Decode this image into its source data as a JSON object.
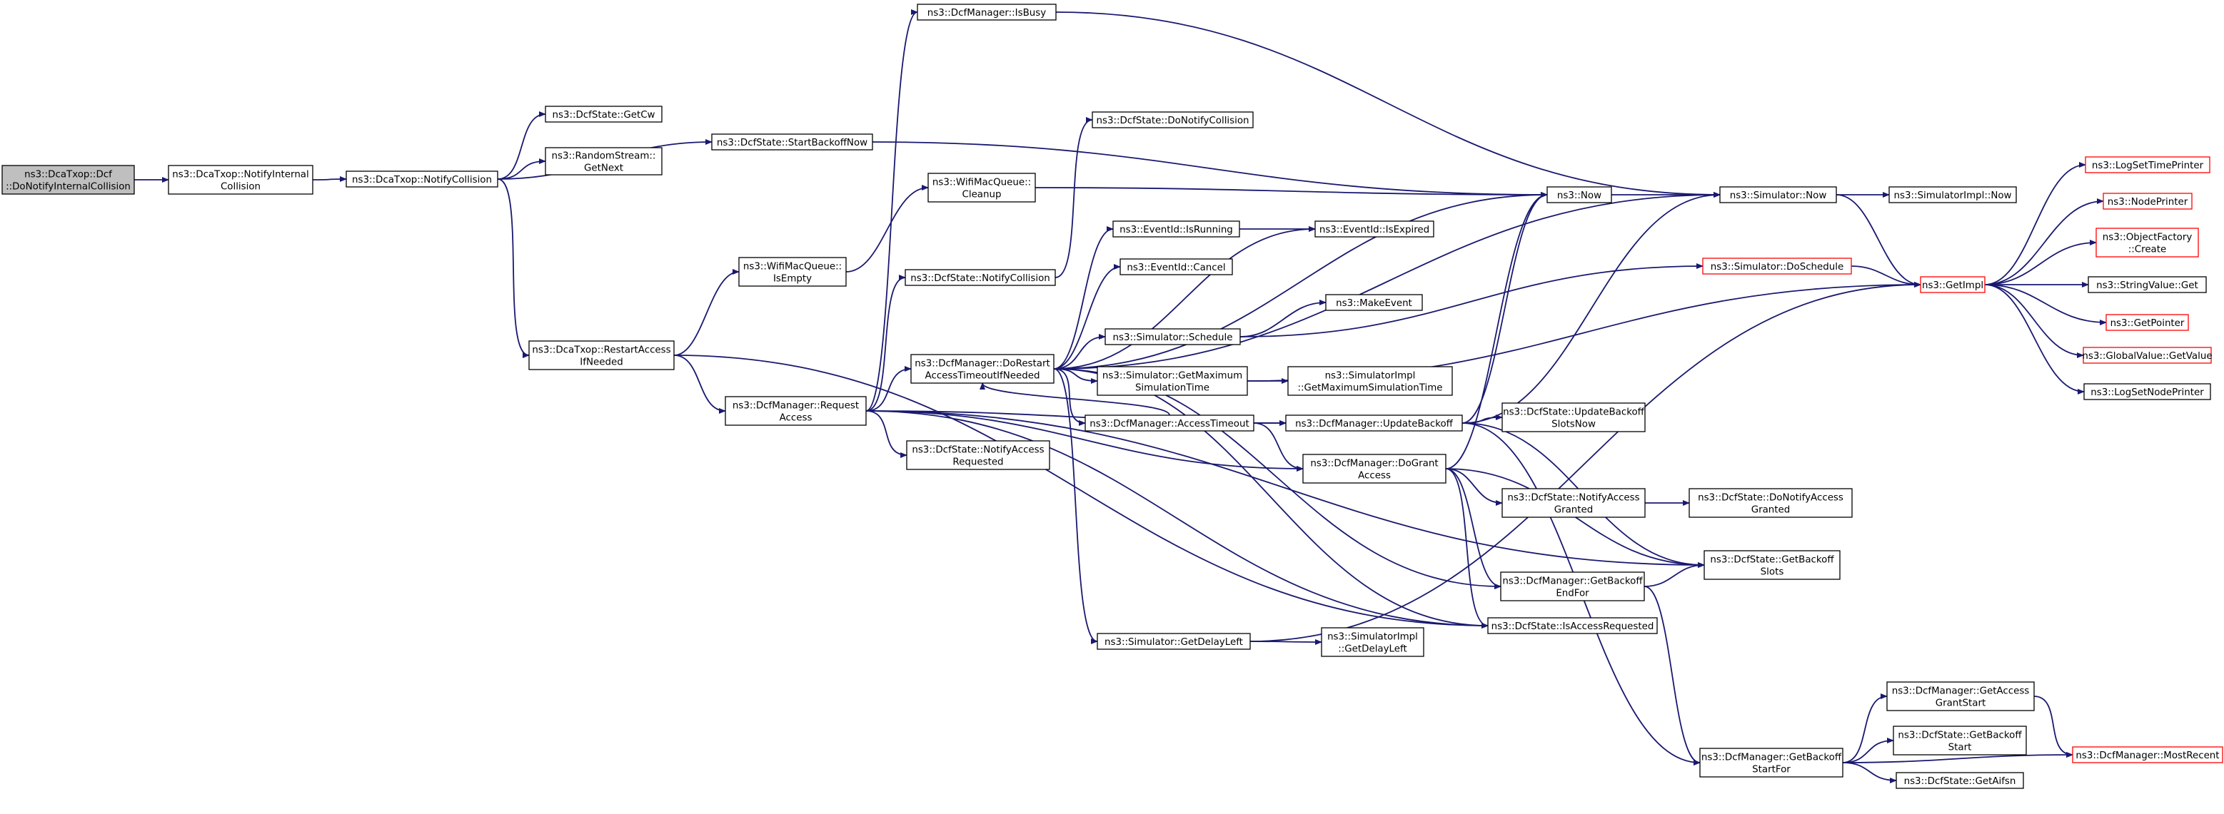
{
  "colors": {
    "edge": "#191970",
    "normal_border": "#000000",
    "truncated_border": "#ff0000",
    "root_fill": "#bfbfbf",
    "node_fill": "#ffffff"
  },
  "nodes": [
    {
      "id": "root",
      "lines": [
        "ns3::DcaTxop::Dcf",
        "::DoNotifyInternalCollision"
      ],
      "style": "root"
    },
    {
      "id": "notifyinternal",
      "lines": [
        "ns3::DcaTxop::NotifyInternal",
        "Collision"
      ],
      "style": "normal"
    },
    {
      "id": "notifycollision",
      "lines": [
        "ns3::DcaTxop::NotifyCollision"
      ],
      "style": "normal"
    },
    {
      "id": "getcw",
      "lines": [
        "ns3::DcfState::GetCw"
      ],
      "style": "normal"
    },
    {
      "id": "randomnext",
      "lines": [
        "ns3::RandomStream::",
        "GetNext"
      ],
      "style": "normal"
    },
    {
      "id": "startbackoff",
      "lines": [
        "ns3::DcfState::StartBackoffNow"
      ],
      "style": "normal"
    },
    {
      "id": "restartaccess",
      "lines": [
        "ns3::DcaTxop::RestartAccess",
        "IfNeeded"
      ],
      "style": "normal"
    },
    {
      "id": "isempty",
      "lines": [
        "ns3::WifiMacQueue::",
        "IsEmpty"
      ],
      "style": "normal"
    },
    {
      "id": "requestaccess",
      "lines": [
        "ns3::DcfManager::Request",
        "Access"
      ],
      "style": "normal"
    },
    {
      "id": "isbusy",
      "lines": [
        "ns3::DcfManager::IsBusy"
      ],
      "style": "normal"
    },
    {
      "id": "cleanup",
      "lines": [
        "ns3::WifiMacQueue::",
        "Cleanup"
      ],
      "style": "normal"
    },
    {
      "id": "donotifycollision",
      "lines": [
        "ns3::DcfState::DoNotifyCollision"
      ],
      "style": "normal"
    },
    {
      "id": "statenotifycollision",
      "lines": [
        "ns3::DcfState::NotifyCollision"
      ],
      "style": "normal"
    },
    {
      "id": "dorestart",
      "lines": [
        "ns3::DcfManager::DoRestart",
        "AccessTimeoutIfNeeded"
      ],
      "style": "normal"
    },
    {
      "id": "notifyaccessrequested",
      "lines": [
        "ns3::DcfState::NotifyAccess",
        "Requested"
      ],
      "style": "normal"
    },
    {
      "id": "eventisrunning",
      "lines": [
        "ns3::EventId::IsRunning"
      ],
      "style": "normal"
    },
    {
      "id": "eventcancel",
      "lines": [
        "ns3::EventId::Cancel"
      ],
      "style": "normal"
    },
    {
      "id": "simschedule",
      "lines": [
        "ns3::Simulator::Schedule"
      ],
      "style": "normal"
    },
    {
      "id": "simgetmax",
      "lines": [
        "ns3::Simulator::GetMaximum",
        "SimulationTime"
      ],
      "style": "normal"
    },
    {
      "id": "accesstimeout",
      "lines": [
        "ns3::DcfManager::AccessTimeout"
      ],
      "style": "normal"
    },
    {
      "id": "simgetdelayleft",
      "lines": [
        "ns3::Simulator::GetDelayLeft"
      ],
      "style": "normal"
    },
    {
      "id": "eventisexpired",
      "lines": [
        "ns3::EventId::IsExpired"
      ],
      "style": "normal"
    },
    {
      "id": "makeevent",
      "lines": [
        "ns3::MakeEvent"
      ],
      "style": "normal"
    },
    {
      "id": "implgetmax",
      "lines": [
        "ns3::SimulatorImpl",
        "::GetMaximumSimulationTime"
      ],
      "style": "normal"
    },
    {
      "id": "implgetdelay",
      "lines": [
        "ns3::SimulatorImpl",
        "::GetDelayLeft"
      ],
      "style": "normal"
    },
    {
      "id": "ns3now",
      "lines": [
        "ns3::Now"
      ],
      "style": "normal"
    },
    {
      "id": "updatebackoff",
      "lines": [
        "ns3::DcfManager::UpdateBackoff"
      ],
      "style": "normal"
    },
    {
      "id": "dogrant",
      "lines": [
        "ns3::DcfManager::DoGrant",
        "Access"
      ],
      "style": "normal"
    },
    {
      "id": "getbackoffendfor",
      "lines": [
        "ns3::DcfManager::GetBackoff",
        "EndFor"
      ],
      "style": "normal"
    },
    {
      "id": "isaccessrequested",
      "lines": [
        "ns3::DcfState::IsAccessRequested"
      ],
      "style": "normal"
    },
    {
      "id": "simnow",
      "lines": [
        "ns3::Simulator::Now"
      ],
      "style": "normal"
    },
    {
      "id": "simdoschedule",
      "lines": [
        "ns3::Simulator::DoSchedule"
      ],
      "style": "truncated"
    },
    {
      "id": "updatebackoffslots",
      "lines": [
        "ns3::DcfState::UpdateBackoff",
        "SlotsNow"
      ],
      "style": "normal"
    },
    {
      "id": "notifyaccessgranted",
      "lines": [
        "ns3::DcfState::NotifyAccess",
        "Granted"
      ],
      "style": "normal"
    },
    {
      "id": "donotifyaccessgranted",
      "lines": [
        "ns3::DcfState::DoNotifyAccess",
        "Granted"
      ],
      "style": "normal"
    },
    {
      "id": "getbackoffslots",
      "lines": [
        "ns3::DcfState::GetBackoff",
        "Slots"
      ],
      "style": "normal"
    },
    {
      "id": "getbackoffstartfor",
      "lines": [
        "ns3::DcfManager::GetBackoff",
        "StartFor"
      ],
      "style": "normal"
    },
    {
      "id": "implnow",
      "lines": [
        "ns3::SimulatorImpl::Now"
      ],
      "style": "normal"
    },
    {
      "id": "getimpl",
      "lines": [
        "ns3::GetImpl"
      ],
      "style": "truncated"
    },
    {
      "id": "getaccessgrantstart",
      "lines": [
        "ns3::DcfManager::GetAccess",
        "GrantStart"
      ],
      "style": "normal"
    },
    {
      "id": "getbackoffstart",
      "lines": [
        "ns3::DcfState::GetBackoff",
        "Start"
      ],
      "style": "normal"
    },
    {
      "id": "getaifsn",
      "lines": [
        "ns3::DcfState::GetAifsn"
      ],
      "style": "normal"
    },
    {
      "id": "mostrecent",
      "lines": [
        "ns3::DcfManager::MostRecent"
      ],
      "style": "truncated"
    },
    {
      "id": "logsettimeprinter",
      "lines": [
        "ns3::LogSetTimePrinter"
      ],
      "style": "truncated"
    },
    {
      "id": "nodeprinter",
      "lines": [
        "ns3::NodePrinter"
      ],
      "style": "truncated"
    },
    {
      "id": "objectfactory",
      "lines": [
        "ns3::ObjectFactory",
        "::Create"
      ],
      "style": "truncated"
    },
    {
      "id": "stringvalueget",
      "lines": [
        "ns3::StringValue::Get"
      ],
      "style": "normal"
    },
    {
      "id": "getpointer",
      "lines": [
        "ns3::GetPointer"
      ],
      "style": "truncated"
    },
    {
      "id": "globalvalue",
      "lines": [
        "ns3::GlobalValue::GetValue"
      ],
      "style": "truncated"
    },
    {
      "id": "logsetnodeprinter",
      "lines": [
        "ns3::LogSetNodePrinter"
      ],
      "style": "normal"
    }
  ],
  "edges": [
    [
      "root",
      "notifyinternal"
    ],
    [
      "notifyinternal",
      "notifycollision"
    ],
    [
      "notifycollision",
      "getcw"
    ],
    [
      "notifycollision",
      "randomnext"
    ],
    [
      "notifycollision",
      "startbackoff"
    ],
    [
      "notifycollision",
      "restartaccess"
    ],
    [
      "startbackoff",
      "ns3now"
    ],
    [
      "restartaccess",
      "isempty"
    ],
    [
      "restartaccess",
      "requestaccess"
    ],
    [
      "restartaccess",
      "isaccessrequested"
    ],
    [
      "isempty",
      "cleanup"
    ],
    [
      "cleanup",
      "ns3now"
    ],
    [
      "requestaccess",
      "isbusy"
    ],
    [
      "requestaccess",
      "statenotifycollision"
    ],
    [
      "requestaccess",
      "dorestart"
    ],
    [
      "requestaccess",
      "notifyaccessrequested"
    ],
    [
      "requestaccess",
      "updatebackoff"
    ],
    [
      "requestaccess",
      "dogrant"
    ],
    [
      "requestaccess",
      "getbackoffslots"
    ],
    [
      "requestaccess",
      "isaccessrequested"
    ],
    [
      "isbusy",
      "simnow"
    ],
    [
      "statenotifycollision",
      "donotifycollision"
    ],
    [
      "dorestart",
      "eventisrunning"
    ],
    [
      "dorestart",
      "eventcancel"
    ],
    [
      "dorestart",
      "simschedule"
    ],
    [
      "dorestart",
      "simgetmax"
    ],
    [
      "dorestart",
      "accesstimeout"
    ],
    [
      "dorestart",
      "simgetdelayleft"
    ],
    [
      "dorestart",
      "ns3now"
    ],
    [
      "dorestart",
      "simnow"
    ],
    [
      "dorestart",
      "eventisexpired"
    ],
    [
      "dorestart",
      "getbackoffendfor"
    ],
    [
      "dorestart",
      "isaccessrequested"
    ],
    [
      "eventisrunning",
      "eventisexpired"
    ],
    [
      "simschedule",
      "makeevent"
    ],
    [
      "simschedule",
      "simdoschedule"
    ],
    [
      "simgetmax",
      "implgetmax"
    ],
    [
      "simgetmax",
      "getimpl"
    ],
    [
      "accesstimeout",
      "updatebackoff"
    ],
    [
      "accesstimeout",
      "dogrant"
    ],
    [
      "accesstimeout",
      "dorestart"
    ],
    [
      "simgetdelayleft",
      "implgetdelay"
    ],
    [
      "simgetdelayleft",
      "getimpl"
    ],
    [
      "updatebackoff",
      "ns3now"
    ],
    [
      "updatebackoff",
      "simnow"
    ],
    [
      "updatebackoff",
      "updatebackoffslots"
    ],
    [
      "updatebackoff",
      "getbackoffslots"
    ],
    [
      "updatebackoff",
      "getbackoffstartfor"
    ],
    [
      "dogrant",
      "ns3now"
    ],
    [
      "dogrant",
      "notifyaccessgranted"
    ],
    [
      "dogrant",
      "getbackoffendfor"
    ],
    [
      "dogrant",
      "isaccessrequested"
    ],
    [
      "dogrant",
      "getbackoffslots"
    ],
    [
      "notifyaccessgranted",
      "donotifyaccessgranted"
    ],
    [
      "getbackoffendfor",
      "getbackoffslots"
    ],
    [
      "getbackoffendfor",
      "getbackoffstartfor"
    ],
    [
      "getbackoffstartfor",
      "getaccessgrantstart"
    ],
    [
      "getbackoffstartfor",
      "getbackoffstart"
    ],
    [
      "getbackoffstartfor",
      "getaifsn"
    ],
    [
      "getbackoffstartfor",
      "mostrecent"
    ],
    [
      "getaccessgrantstart",
      "mostrecent"
    ],
    [
      "ns3now",
      "simnow"
    ],
    [
      "simnow",
      "implnow"
    ],
    [
      "simnow",
      "getimpl"
    ],
    [
      "simdoschedule",
      "getimpl"
    ],
    [
      "getimpl",
      "logsettimeprinter"
    ],
    [
      "getimpl",
      "nodeprinter"
    ],
    [
      "getimpl",
      "objectfactory"
    ],
    [
      "getimpl",
      "stringvalueget"
    ],
    [
      "getimpl",
      "getpointer"
    ],
    [
      "getimpl",
      "globalvalue"
    ],
    [
      "getimpl",
      "logsetnodeprinter"
    ]
  ]
}
